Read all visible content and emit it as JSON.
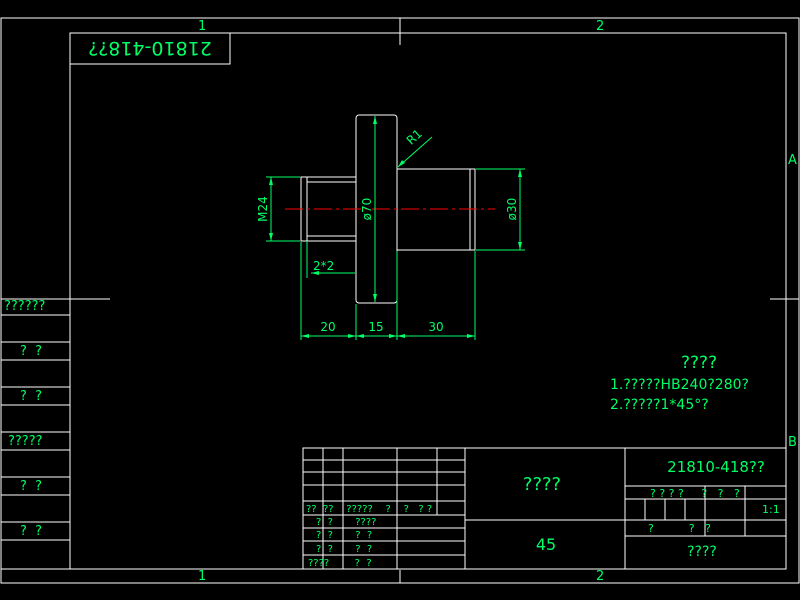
{
  "colors": {
    "background": "#000000",
    "frame": "#ffffff",
    "geometry": "#ffffff",
    "annotation": "#00ff66",
    "centerline": "#ff0000"
  },
  "border_zones": {
    "top_1": "1",
    "top_2": "2",
    "bottom_1": "1",
    "bottom_2": "2",
    "right_a": "A",
    "right_b": "B"
  },
  "corner_code": "21810-418??",
  "dimensions": {
    "r1": "R1",
    "d70": "ø70",
    "d30": "ø30",
    "m24": "M24",
    "chamfer": "2*2",
    "len_20": "20",
    "len_15": "15",
    "len_30": "30"
  },
  "notes": {
    "title": "????",
    "line1": "1.?????HB240?280?",
    "line2": "2.?????1*45°?"
  },
  "left_strip": {
    "cells": [
      "??????",
      "?  ?",
      "?  ?",
      "?????",
      "?  ?",
      "?  ?"
    ]
  },
  "title_block": {
    "part_name": "????",
    "material": "45",
    "drawing_number": "21810-418??",
    "header_labels": "? ? ? ?     ?   ?   ?",
    "scale": "1:1",
    "sheet_row": "?          ?   ?",
    "company": "????",
    "row_labels": [
      "??  ??    ?????    ?    ?   ? ?",
      "?  ?       ????",
      "?  ?       ?  ?",
      "?  ?       ?  ?",
      "????        ?  ?"
    ]
  }
}
